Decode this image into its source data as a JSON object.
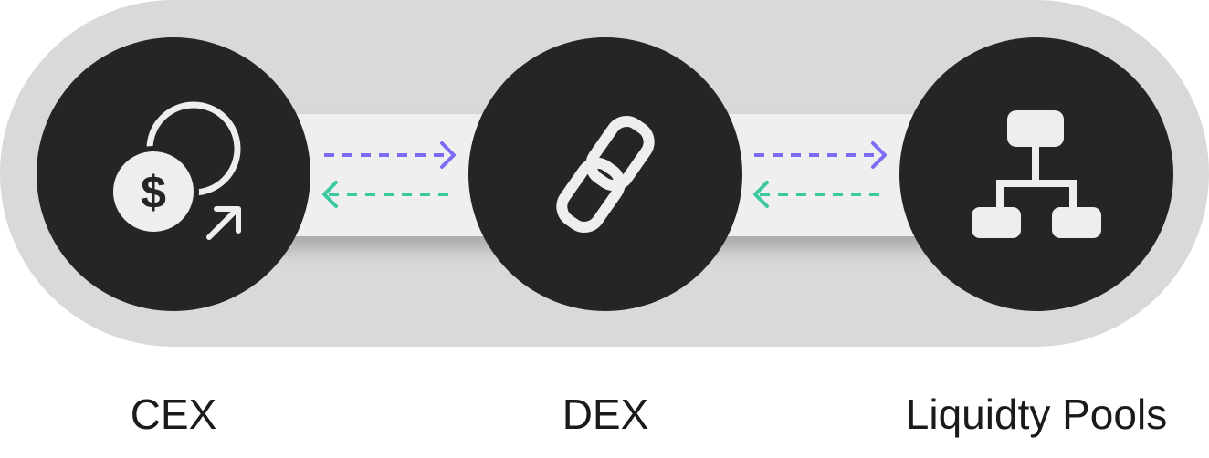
{
  "nodes": [
    {
      "label": "CEX",
      "icon": "dollar-coin-exchange-icon"
    },
    {
      "label": "DEX",
      "icon": "chain-link-icon"
    },
    {
      "label": "Liquidty Pools",
      "icon": "hierarchy-network-icon"
    }
  ],
  "colors": {
    "background_pill": "#d9d9d9",
    "track": "#efefef",
    "node_fill": "#252527",
    "icon": "#eeeeee",
    "forward_arrow": "#7b6cf6",
    "backward_arrow": "#3cc9a0",
    "label_text": "#1a1a1a"
  }
}
